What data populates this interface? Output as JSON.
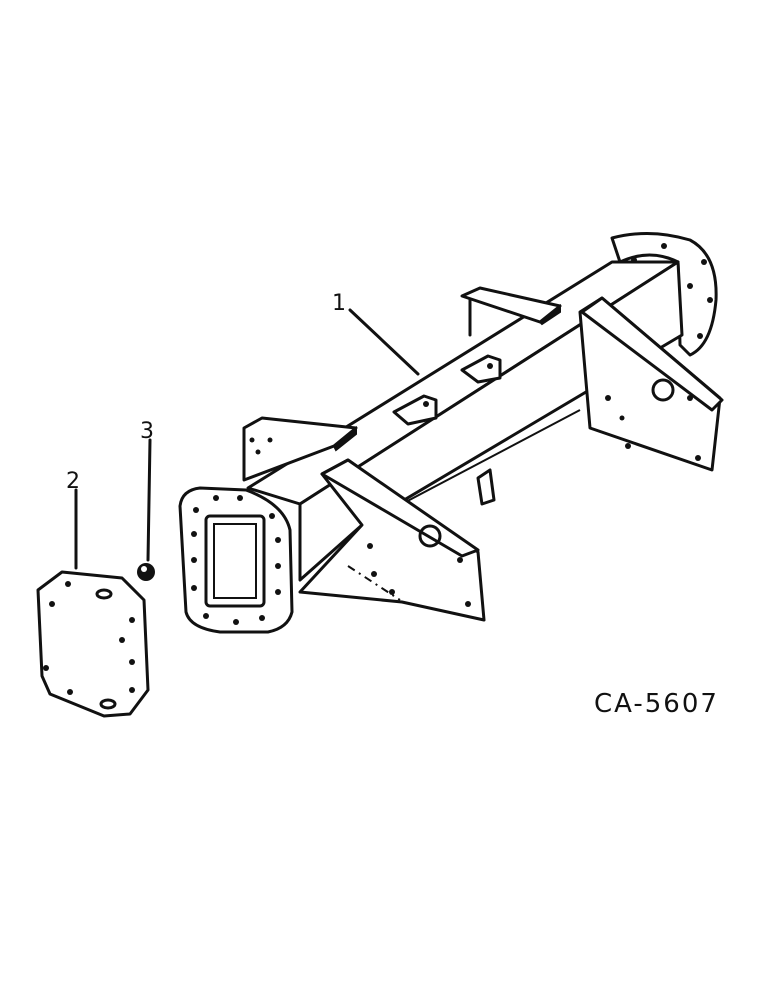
{
  "diagram": {
    "callouts": [
      "1",
      "2",
      "3"
    ],
    "figure_code": "CA-5607"
  }
}
